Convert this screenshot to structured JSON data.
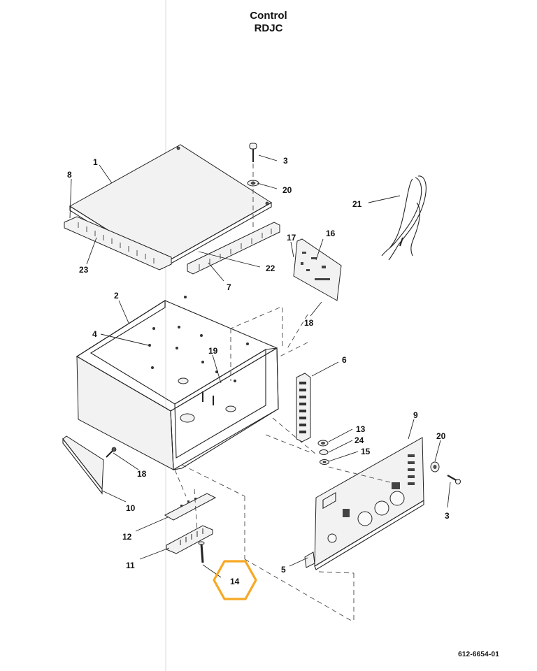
{
  "header": {
    "title": "Control",
    "subtitle": "RDJC"
  },
  "callouts": [
    "1",
    "2",
    "3",
    "4",
    "5",
    "6",
    "7",
    "8",
    "9",
    "10",
    "11",
    "12",
    "13",
    "14",
    "15",
    "16",
    "17",
    "18",
    "19",
    "20",
    "21",
    "22",
    "23",
    "24"
  ],
  "highlight": {
    "callout": "14",
    "color": "#f7a823"
  },
  "footer": {
    "doc_number": "612-6654-01"
  }
}
